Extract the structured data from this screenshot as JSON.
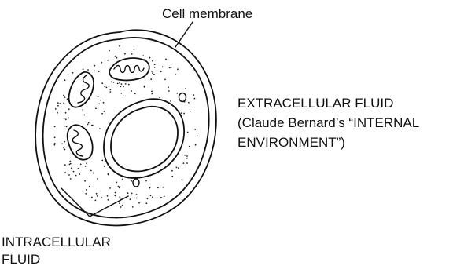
{
  "labels": {
    "cell_membrane": "Cell membrane",
    "extracellular": {
      "line1": "EXTRACELLULAR FLUID",
      "line2": "(Claude Bernard’s “INTERNAL",
      "line3": "ENVIRONMENT”)"
    },
    "intracellular": {
      "line1": "INTRACELLULAR",
      "line2": "FLUID"
    }
  }
}
